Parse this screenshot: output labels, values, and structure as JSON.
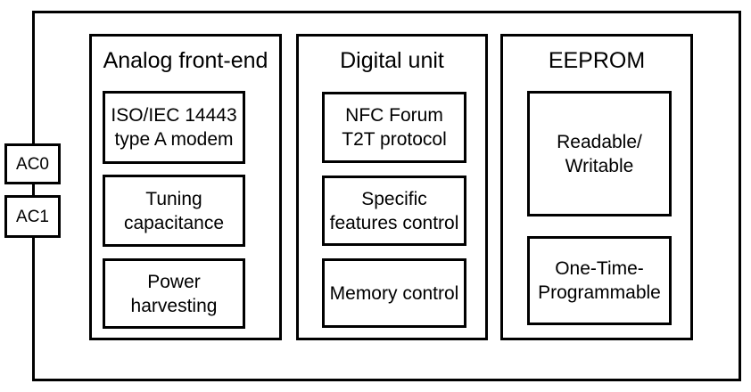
{
  "diagram": {
    "colors": {
      "line": "#000000",
      "background": "#ffffff"
    },
    "ports": [
      {
        "label": "AC0"
      },
      {
        "label": "AC1"
      }
    ],
    "sections": [
      {
        "title": "Analog front-end",
        "blocks": [
          {
            "label": "ISO/IEC 14443\ntype A modem"
          },
          {
            "label": "Tuning\ncapacitance"
          },
          {
            "label": "Power\nharvesting"
          }
        ]
      },
      {
        "title": "Digital unit",
        "blocks": [
          {
            "label": "NFC Forum\nT2T protocol"
          },
          {
            "label": "Specific\nfeatures control"
          },
          {
            "label": "Memory control"
          }
        ]
      },
      {
        "title": "EEPROM",
        "blocks": [
          {
            "label": "Readable/\nWritable"
          },
          {
            "label": "One-Time-\nProgrammable"
          }
        ]
      }
    ]
  }
}
